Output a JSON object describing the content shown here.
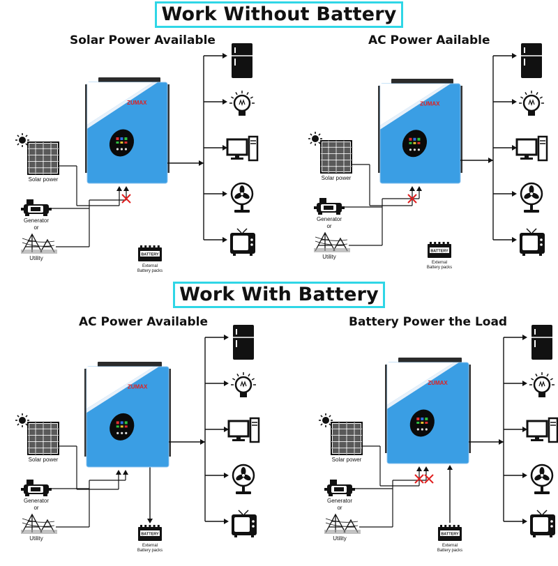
{
  "banners": {
    "without_battery": "Work Without Battery",
    "with_battery": "Work With Battery"
  },
  "brand": "ZUMAX",
  "quadrants": [
    {
      "title": "Solar Power Available",
      "labels": {
        "solar": "Solar power",
        "generator": "Generator",
        "or": "or",
        "utility": "Utility",
        "battery_text": "BATTERY",
        "battery_caption_1": "External",
        "battery_caption_2": "Battery packs"
      },
      "blocked_inputs": [
        "ac"
      ]
    },
    {
      "title": "AC Power Aailable",
      "labels": {
        "solar": "Solar power",
        "generator": "Generator",
        "or": "or",
        "utility": "Utility",
        "battery_text": "BATTERY",
        "battery_caption_1": "External",
        "battery_caption_2": "Battery packs"
      },
      "blocked_inputs": [
        "solar"
      ]
    },
    {
      "title": "AC Power Available",
      "labels": {
        "solar": "Solar power",
        "generator": "Generator",
        "or": "or",
        "utility": "Utility",
        "battery_text": "BATTERY",
        "battery_caption_1": "External",
        "battery_caption_2": "Battery packs"
      },
      "blocked_inputs": []
    },
    {
      "title": "Battery Power the Load",
      "labels": {
        "solar": "Solar power",
        "generator": "Generator",
        "or": "or",
        "utility": "Utility",
        "battery_text": "BATTERY",
        "battery_caption_1": "External",
        "battery_caption_2": "Battery packs"
      },
      "blocked_inputs": [
        "solar",
        "ac"
      ]
    }
  ],
  "loads": [
    "refrigerator-icon",
    "light-bulb-icon",
    "computer-icon",
    "fan-icon",
    "television-icon"
  ],
  "colors": {
    "banner_border": "#2fd6e6",
    "inverter_blue": "#3a9ee4",
    "cross_red": "#e02020"
  }
}
